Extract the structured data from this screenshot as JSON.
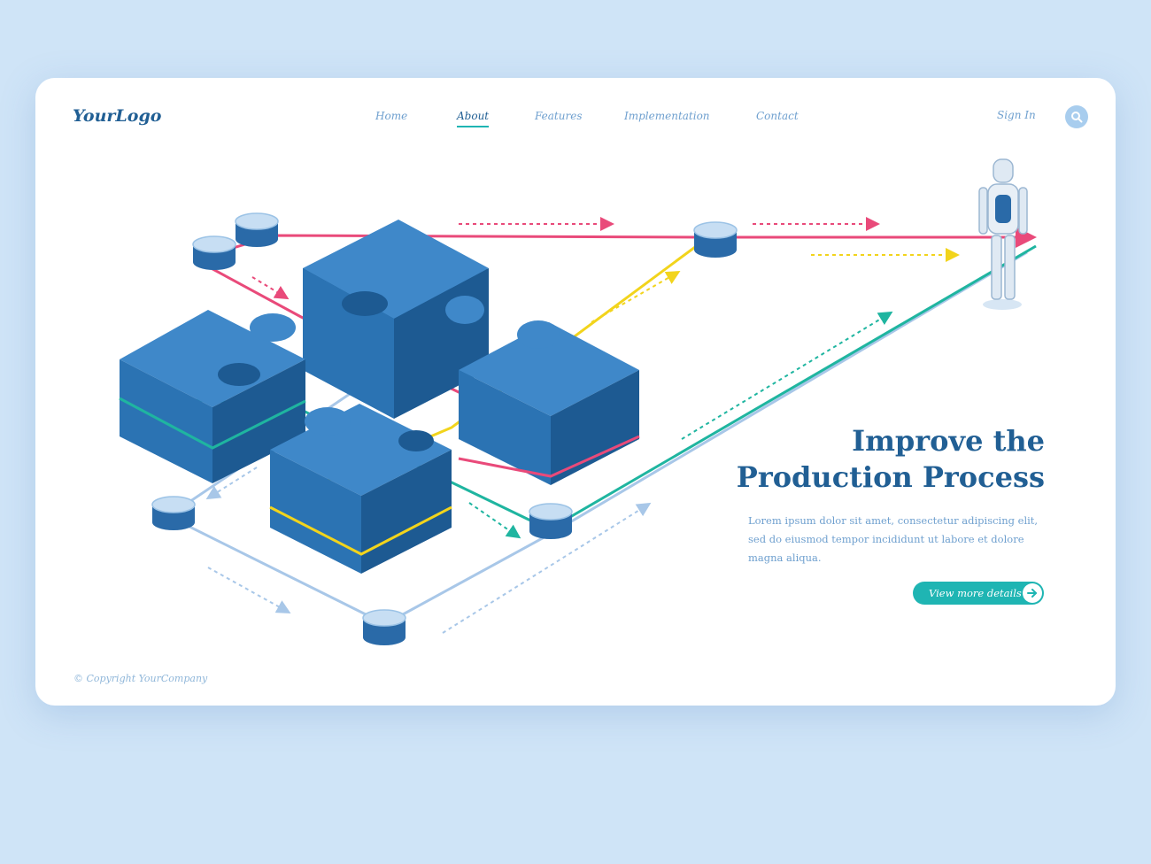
{
  "header": {
    "logo": "YourLogo",
    "nav": [
      {
        "label": "Home"
      },
      {
        "label": "About"
      },
      {
        "label": "Features"
      },
      {
        "label": "Implementation"
      },
      {
        "label": "Contact"
      }
    ],
    "active_nav": "About",
    "sign_in": "Sign In",
    "search_icon": "search-icon"
  },
  "hero": {
    "title_line1": "Improve the",
    "title_line2": "Production Process",
    "body_line1": "Lorem ipsum dolor sit amet, consectetur adipiscing elit,",
    "body_line2": "sed do eiusmod tempor incididunt ut labore et dolore",
    "body_line3": "magna aliqua.",
    "cta_label": "View more details",
    "cta_icon": "arrow-right-icon"
  },
  "footer": {
    "copyright": "© Copyright  YourCompany"
  },
  "colors": {
    "brand": "#215f94",
    "accent": "#1fb5b3",
    "nav_text": "#6fa0cf",
    "puzzle_top": "#3f88c9",
    "puzzle_side": "#215f94",
    "line_pink": "#e94a7a",
    "line_yellow": "#f2d41c",
    "line_teal": "#1fb5a0",
    "line_light": "#a8c7e8"
  }
}
